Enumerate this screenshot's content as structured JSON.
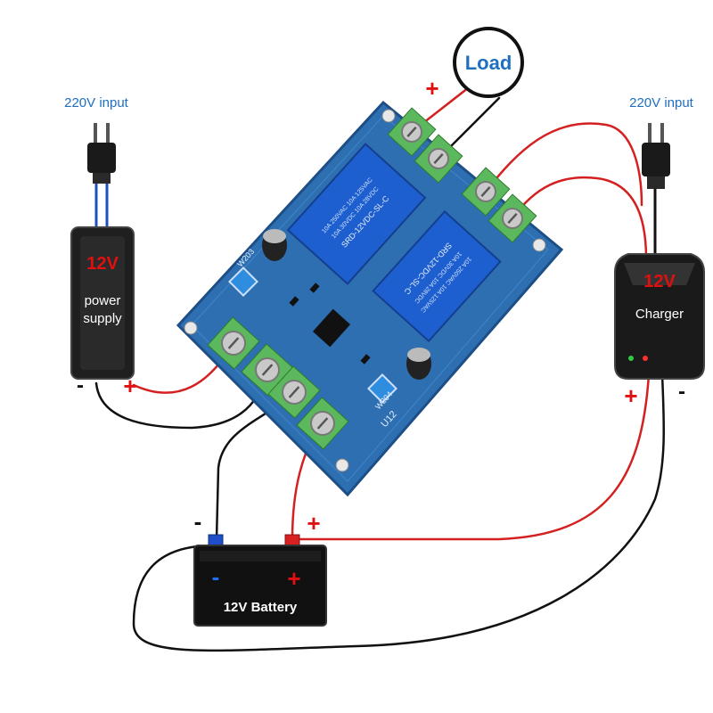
{
  "colors": {
    "positive_wire": "#d42020",
    "negative_wire": "#111111",
    "label_blue": "#1e6fc0",
    "label_red": "#e01010",
    "pcb": "#2d6fb0",
    "terminal": "#5cb85c"
  },
  "left_input": {
    "label": "220V input",
    "icon": "plug-icon"
  },
  "right_input": {
    "label": "220V input",
    "icon": "plug-icon"
  },
  "load": {
    "label": "Load",
    "plus": "+"
  },
  "power_supply": {
    "voltage": "12V",
    "line1": "power",
    "line2": "supply",
    "minus": "-",
    "plus": "+"
  },
  "charger": {
    "voltage": "12V",
    "name": "Charger",
    "plus": "+",
    "minus": "-"
  },
  "battery": {
    "name": "12V Battery",
    "minus": "-",
    "plus": "+",
    "body_minus": "-",
    "body_plus": "+"
  },
  "board": {
    "relay1_text": [
      "10A 250VAC  10A 125VAC",
      "10A  30VDC  10A 28VDC",
      "SRD-12VDC-SL-C"
    ],
    "relay2_text": [
      "10A 250VAC  10A 125VAC",
      "10A  30VDC  10A 28VDC",
      "SRD-12VDC-SL-C"
    ],
    "chip_label": "U12",
    "pot1_label": "W203",
    "pot2_label": "W204"
  }
}
